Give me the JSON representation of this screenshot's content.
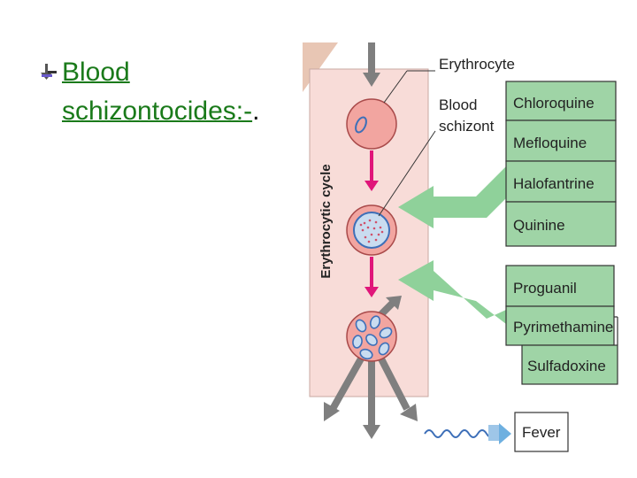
{
  "bullet": {
    "line1": "Blood",
    "line2": "schizontocides:-",
    "tail": "."
  },
  "diagram": {
    "cycle_label": "Erythrocytic cycle",
    "erythrocyte_label": "Erythrocyte",
    "blood_label": "Blood",
    "schizont_label": "schizont",
    "drugs_group1": [
      "Chloroquine",
      "Mefloquine",
      "Halofantrine",
      "Quinine"
    ],
    "drugs_group2": [
      "Proguanil",
      "Pyrimethamine",
      "Sulfadoxine"
    ],
    "fever_label": "Fever",
    "colors": {
      "cell_fill": "#f2a5a0",
      "panel_fill": "#f8dcd8",
      "drug_box": "#9fd4a6",
      "arrow_green": "#8fd19a",
      "arrow_grey": "#7f7f7f",
      "arrow_magenta": "#e0167a",
      "parasite_blue": "#3d6fb8"
    }
  }
}
